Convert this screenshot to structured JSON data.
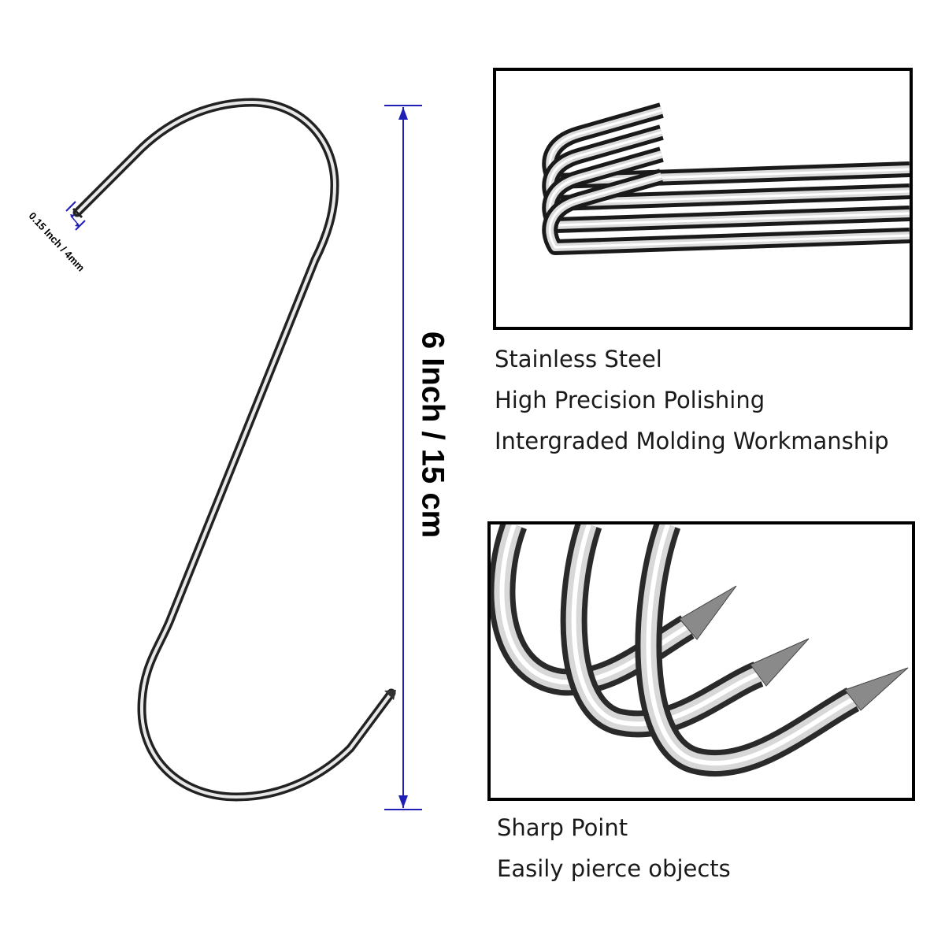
{
  "dimensions": {
    "height_label": "6 Inch / 15 cm",
    "thickness_label": "0.15 Inch / 4mm",
    "arrow_color": "#1f1fb5"
  },
  "detail_top": {
    "features": [
      "Stainless Steel",
      "High Precision Polishing",
      "Intergraded Molding Workmanship"
    ]
  },
  "detail_bottom": {
    "features": [
      "Sharp Point",
      "Easily pierce objects"
    ]
  },
  "colors": {
    "steel_dark": "#2a2a2a",
    "steel_light": "#e6e6e6",
    "frame": "#000000"
  }
}
